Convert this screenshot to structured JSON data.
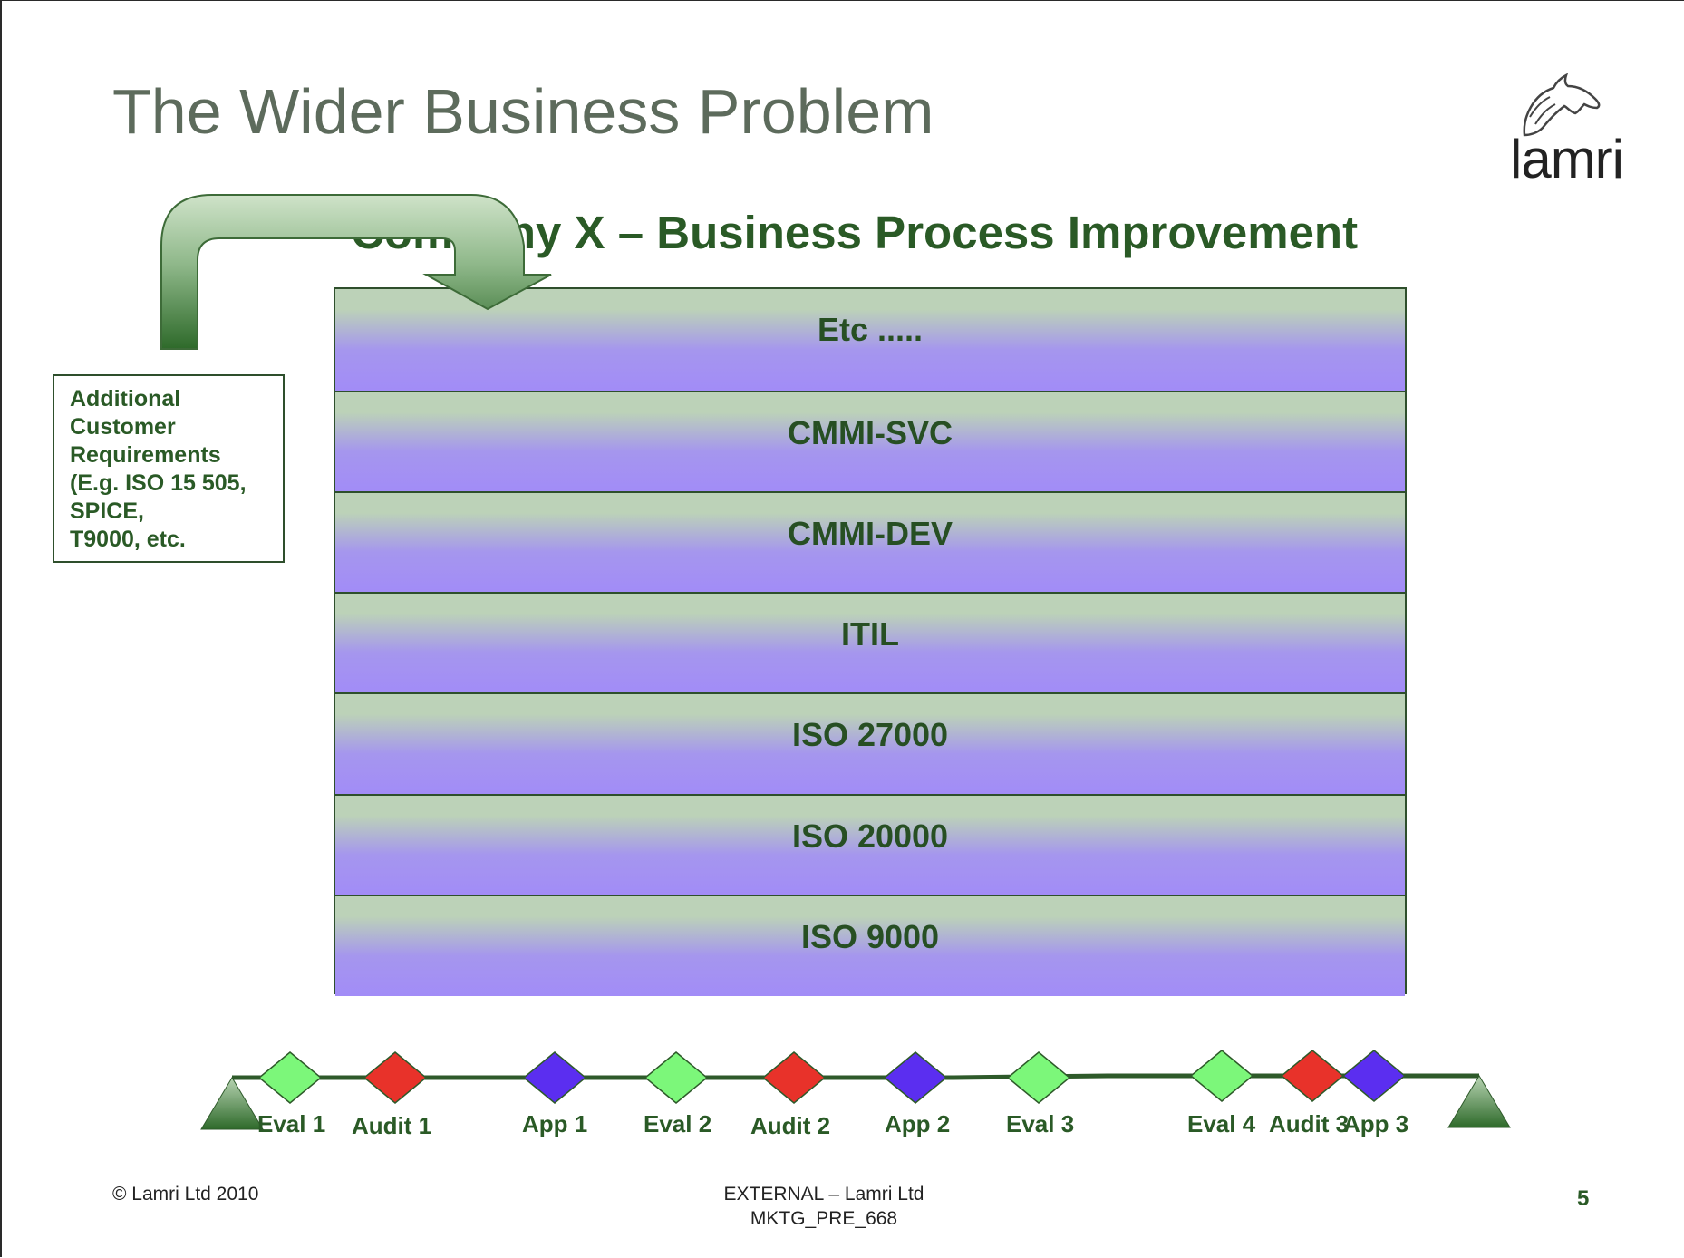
{
  "slide": {
    "title": "The Wider Business Problem",
    "subtitle": "Company X – Business Process Improvement",
    "logo_text": "lamri"
  },
  "requirements_box": {
    "lines": [
      "Additional",
      "Customer",
      "Requirements",
      "(E.g. ISO 15 505,",
      "SPICE,",
      "T9000, etc."
    ]
  },
  "stack": {
    "layers": [
      "Etc .....",
      "CMMI-SVC",
      "CMMI-DEV",
      "ITIL",
      "ISO 27000",
      "ISO 20000",
      "ISO 9000"
    ]
  },
  "timeline": {
    "milestones": [
      {
        "label": "Eval 1",
        "type": "eval"
      },
      {
        "label": "Audit 1",
        "type": "audit"
      },
      {
        "label": "App 1",
        "type": "app"
      },
      {
        "label": "Eval 2",
        "type": "eval"
      },
      {
        "label": "Audit 2",
        "type": "audit"
      },
      {
        "label": "App 2",
        "type": "app"
      },
      {
        "label": "Eval 3",
        "type": "eval"
      },
      {
        "label": "Eval 4",
        "type": "eval"
      },
      {
        "label": "Audit 3",
        "type": "audit"
      },
      {
        "label": "App 3",
        "type": "app"
      }
    ],
    "colors": {
      "eval": "#7cf77a",
      "audit": "#e8322a",
      "app": "#5b2ef0",
      "line": "#2e5a2a"
    }
  },
  "footer": {
    "copyright": "© Lamri Ltd 2010",
    "classification": "EXTERNAL – Lamri Ltd",
    "doc_id": "MKTG_PRE_668",
    "page_number": "5"
  }
}
